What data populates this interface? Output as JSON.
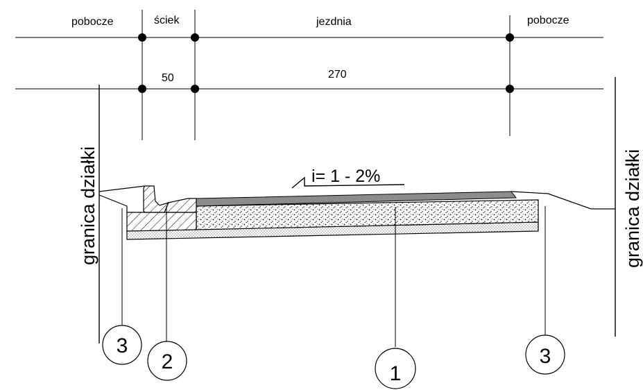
{
  "labels": {
    "pobocze_left": "pobocze",
    "sciek": "ściek",
    "jezdnia": "jezdnia",
    "pobocze_right": "pobocze",
    "width_gutter": "50",
    "width_road": "270",
    "granica_left": "granica działki",
    "granica_right": "granica działki",
    "slope": "i= 1 - 2%"
  },
  "callouts": {
    "c3_left": "3",
    "c2": "2",
    "c1": "1",
    "c3_right": "3"
  },
  "colors": {
    "line": "#000000",
    "wearing_course": "#8c8c8c",
    "background": "#ffffff"
  }
}
